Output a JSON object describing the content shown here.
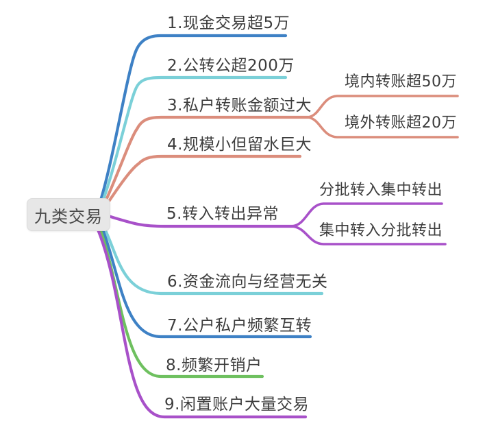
{
  "root": {
    "label": "九类交易"
  },
  "colors": {
    "blue": "#3e81c5",
    "cyan": "#7bd0d8",
    "salmon": "#db8d7c",
    "purple": "#a851c9",
    "green": "#6ec05f",
    "label_text": "#3d3d3d",
    "root_bg": "#e7e7e7"
  },
  "branches": [
    {
      "label": "1.现金交易超5万",
      "color": "#3e81c5"
    },
    {
      "label": "2.公转公超200万",
      "color": "#7bd0d8"
    },
    {
      "label": "3.私户转账金额过大",
      "color": "#db8d7c",
      "children": [
        {
          "label": "境内转账超50万"
        },
        {
          "label": "境外转账超20万"
        }
      ]
    },
    {
      "label": "4.规模小但留水巨大",
      "color": "#db8d7c"
    },
    {
      "label": "5.转入转出异常",
      "color": "#a851c9",
      "children": [
        {
          "label": "分批转入集中转出"
        },
        {
          "label": "集中转入分批转出"
        }
      ]
    },
    {
      "label": "6.资金流向与经营无关",
      "color": "#7bd0d8"
    },
    {
      "label": "7.公户私户频繁互转",
      "color": "#3e81c5"
    },
    {
      "label": "8.频繁开销户",
      "color": "#6ec05f"
    },
    {
      "label": "9.闲置账户大量交易",
      "color": "#a851c9"
    }
  ]
}
